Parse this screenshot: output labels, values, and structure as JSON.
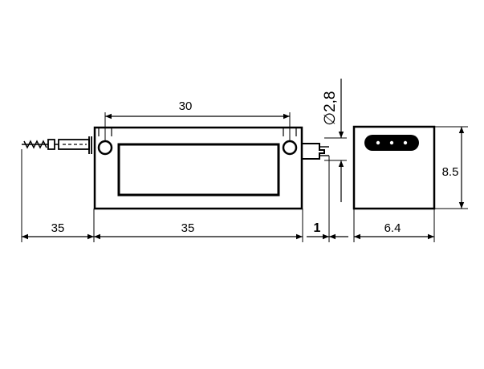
{
  "dimensions": {
    "mount_hole_spacing": "30",
    "lead_length": "35",
    "body_length": "35",
    "gap": "1",
    "body_depth": "6.4",
    "body_height": "8.5",
    "hole_diameter": "∅2,8"
  },
  "colors": {
    "line": "#000000",
    "background": "#ffffff"
  }
}
